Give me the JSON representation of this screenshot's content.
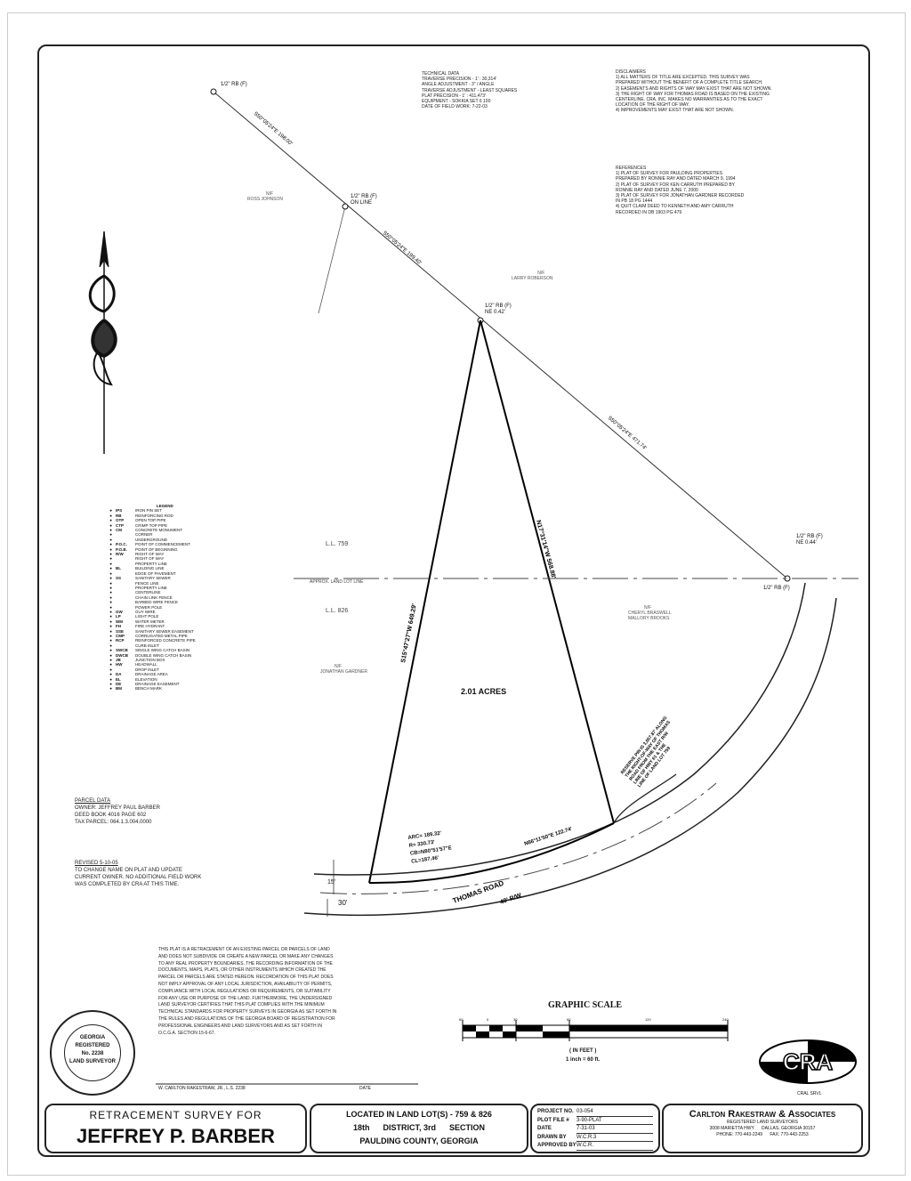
{
  "technical_data": {
    "heading": "TECHNICAL DATA",
    "lines": [
      "TRAVERSE PRECISION - 1' : 30,314'",
      "ANGLE ADJUSTMENT - 3\" / ANGLE",
      "TRAVERSE ADJUSTMENT - LEAST SQUARES",
      "PLAT PRECISION - 1' : 411,473'",
      "EQUIPMENT - SOKKIA SET 6 100",
      "DATE OF FIELD WORK: 7-22-03"
    ]
  },
  "disclaimers": {
    "heading": "DISCLAIMERS",
    "lines": [
      "1) ALL MATTERS OF TITLE ARE EXCEPTED. THIS SURVEY WAS",
      "PREPARED WITHOUT THE BENEFIT OF A COMPLETE TITLE SEARCH.",
      "2) EASEMENTS AND RIGHTS OF WAY MAY EXIST THAT ARE NOT SHOWN.",
      "3) THE RIGHT OF WAY FOR THOMAS ROAD IS BASED ON THE EXISTING",
      "CENTERLINE. CRA, INC. MAKES NO WARRANTIES AS TO THE EXACT",
      "LOCATION OF THE RIGHT OF WAY.",
      "4) IMPROVEMENTS MAY EXIST THAT ARE NOT SHOWN."
    ]
  },
  "references": {
    "heading": "REFERENCES",
    "lines": [
      "1) PLAT OF SURVEY FOR PAULDING PROPERTIES",
      "PREPARED BY RONNIE RAY AND DATED MARCH 9, 1994",
      "2) PLAT OF SURVEY FOR KEN CARRUTH PREPARED BY",
      "RONNIE RAY AND DATED JUNE 7, 2000",
      "3) PLAT OF SURVEY FOR JONATHAN GARDNER RECORDED",
      "IN PB 18 PG 1444",
      "4) QUIT CLAIM DEED TO KENNETH AND AMY CARRUTH",
      "RECORDED IN DB 1903 PG 479"
    ]
  },
  "plat": {
    "pin_labels": {
      "p1": "1/2\" RB (F)",
      "p2": "1/2\" RB (F)",
      "p2b": "ON LINE",
      "p3": "1/2\" RB (F)",
      "p3b": "NE 0.42'",
      "p4": "1/2\" RB (F)",
      "p4b": "NE 0.44'",
      "p5": "1/2\" RB (F)"
    },
    "bearings": {
      "b1": "S50°05'24\"E 198.00'",
      "b2": "S50°05'24\"E 199.40'",
      "b3": "S50°05'24\"E 471.74'",
      "west_line": "S15°47'27\"W 649.29'",
      "east_line": "N17°31'14\"W 568.88'",
      "road_chord": "N66°11'50\"E 122.74'"
    },
    "adjoiners": {
      "a1": "N/F",
      "a1b": "ROSS JOHNSON",
      "a2": "N/F",
      "a2b": "LARRY ROBERSON",
      "a3": "N/F",
      "a3b": "JONATHAN GARDNER",
      "a4": "N/F",
      "a4b": "CHERYL BRASWELL",
      "a4c": "MALLORY BROOKS"
    },
    "land_lots": {
      "ll1": "L.L. 759",
      "ll2": "L.L. 826",
      "line": "APPROX. LAND LOT LINE"
    },
    "acreage": "2.01 ACRES",
    "curve": {
      "arc": "ARC= 189.32'",
      "r": "R= 330.73'",
      "cb": "CB=N80°51'57\"E",
      "cl": "CL=187.46'"
    },
    "road": {
      "name": "THOMAS ROAD",
      "rw": "40' R/W",
      "w1": "15'",
      "w2": "30'"
    },
    "reserve_note": [
      "RESERVE PIN IS 3,057.87' ALONG",
      "THE RIGHT-OF-WAY OF THOMAS",
      "ROAD FROM THE EAST R/W",
      "LINE OF HWY 61 & THE",
      "LINE OF LAND LOT 759"
    ]
  },
  "legend": {
    "heading": "LEGEND",
    "rows": [
      [
        "",
        "IPS",
        "IRON PIN SET"
      ],
      [
        "",
        "RB",
        "REINFORCING ROD"
      ],
      [
        "",
        "OTP",
        "OPEN TOP PIPE"
      ],
      [
        "",
        "CTP",
        "CRIMP TOP PIPE"
      ],
      [
        "",
        "CM",
        "CONCRETE MONUMENT"
      ],
      [
        "",
        "",
        "CORNER"
      ],
      [
        "",
        "",
        "UNDERGROUND"
      ],
      [
        "",
        "P.O.C.",
        "POINT OF COMMENCEMENT"
      ],
      [
        "",
        "P.O.B.",
        "POINT OF BEGINNING"
      ],
      [
        "",
        "R/W",
        "RIGHT OF WAY"
      ],
      [
        "",
        "",
        "RIGHT OF WAY"
      ],
      [
        "",
        "",
        "PROPERTY LINE"
      ],
      [
        "",
        "BL",
        "BUILDING LINE"
      ],
      [
        "",
        "",
        "EDGE OF PAVEMENT"
      ],
      [
        "",
        "SS",
        "SANITARY SEWER"
      ],
      [
        "",
        "",
        "FENCE LINE"
      ],
      [
        "",
        "",
        "PROPERTY LINE"
      ],
      [
        "",
        "",
        "CENTERLINE"
      ],
      [
        "",
        "",
        "CHAIN LINK FENCE"
      ],
      [
        "",
        "",
        "BARBED WIRE FENCE"
      ],
      [
        "",
        "",
        "POWER POLE"
      ],
      [
        "",
        "GW",
        "GUY WIRE"
      ],
      [
        "",
        "LP",
        "LIGHT POLE"
      ],
      [
        "",
        "WM",
        "WATER METER"
      ],
      [
        "",
        "FH",
        "FIRE HYDRANT"
      ],
      [
        "",
        "SSE",
        "SANITARY SEWER EASEMENT"
      ],
      [
        "",
        "CMP",
        "CORRUGATED METAL PIPE"
      ],
      [
        "",
        "RCP",
        "REINFORCED CONCRETE PIPE"
      ],
      [
        "",
        "",
        "CURB INLET"
      ],
      [
        "",
        "SWCB",
        "SINGLE WING CATCH BASIN"
      ],
      [
        "",
        "DWCB",
        "DOUBLE WING CATCH BASIN"
      ],
      [
        "",
        "JB",
        "JUNCTION BOX"
      ],
      [
        "",
        "HW",
        "HEADWALL"
      ],
      [
        "",
        "",
        "DROP INLET"
      ],
      [
        "",
        "DA",
        "DRAINAGE AREA"
      ],
      [
        "",
        "EL",
        "ELEVATION"
      ],
      [
        "",
        "DE",
        "DRAINAGE EASEMENT"
      ],
      [
        "",
        "BM",
        "BENCH MARK"
      ]
    ]
  },
  "parcel_data": {
    "heading": "PARCEL DATA",
    "lines": [
      "OWNER: JEFFREY PAUL BARBER",
      "DEED BOOK 4016 PAGE 602",
      "TAX PARCEL: 064.1.3.004.0000"
    ]
  },
  "revised": {
    "heading": "REVISED 5-10-05",
    "lines": [
      "TO CHANGE NAME ON PLAT AND UPDATE",
      "CURRENT OWNER. NO ADDITIONAL FIELD WORK",
      "WAS COMPLETED BY CRA AT THIS TIME."
    ]
  },
  "certification": [
    "THIS PLAT IS A RETRACEMENT OF AN EXISTING PARCEL OR PARCELS OF LAND",
    "AND DOES NOT SUBDIVIDE OR CREATE A NEW PARCEL OR MAKE ANY CHANGES",
    "TO ANY REAL PROPERTY BOUNDARIES. THE RECORDING INFORMATION OF THE",
    "DOCUMENTS, MAPS, PLATS, OR OTHER INSTRUMENTS WHICH CREATED THE",
    "PARCEL OR PARCELS ARE STATED HEREON. RECORDATION OF THIS PLAT DOES",
    "NOT IMPLY APPROVAL OF ANY LOCAL JURISDICTION, AVAILABILITY OF PERMITS,",
    "COMPLIANCE WITH LOCAL REGULATIONS OR REQUIREMENTS, OR SUITABILITY",
    "FOR ANY USE OR PURPOSE OF THE LAND. FURTHERMORE, THE UNDERSIGNED",
    "LAND SURVEYOR CERTIFIES THAT THIS PLAT COMPLIES WITH THE MINIMUM",
    "TECHNICAL STANDARDS FOR PROPERTY SURVEYS IN GEORGIA AS SET FORTH IN",
    "THE RULES AND REGULATIONS OF THE GEORGIA BOARD OF REGISTRATION FOR",
    "PROFESSIONAL ENGINEERS AND LAND SURVEYORS AND AS SET FORTH IN",
    "O.C.G.A. SECTION 15-6-67."
  ],
  "signature": {
    "name": "W. CARLTON RAKESTRAW, JR., L.S. 2238",
    "date_label": "DATE"
  },
  "graphic_scale": {
    "title": "GRAPHIC SCALE",
    "ticks": [
      "60",
      "0",
      "30",
      "60",
      "120",
      "240"
    ],
    "unit": "( IN FEET )",
    "ratio": "1 inch = 60 ft."
  },
  "seal": {
    "top": "GEORGIA",
    "mid": "REGISTERED",
    "no": "No. 2238",
    "bottom": "LAND SURVEYOR"
  },
  "logo": {
    "text": "CRA",
    "sub": "CRAL SRVL"
  },
  "title_block": {
    "retracement": "RETRACEMENT SURVEY FOR",
    "client": "JEFFREY P. BARBER",
    "location_line1": "LOCATED IN LAND LOT(S) - 759 & 826",
    "location_line2": "18th      DISTRICT, 3rd      SECTION",
    "location_line3": "PAULDING COUNTY, GEORGIA",
    "project": [
      {
        "k": "PROJECT NO.",
        "v": "03-054"
      },
      {
        "k": "PLOT FILE #",
        "v": "3-90-PLAT"
      },
      {
        "k": "DATE",
        "v": "7-31-03"
      },
      {
        "k": "DRAWN BY",
        "v": "W.C.R.3"
      },
      {
        "k": "APPROVED BY",
        "v": "W.C.R."
      }
    ],
    "firm": "Carlton Rakestraw & Associates",
    "firm_sub": "REGISTERED LAND SURVEYORS",
    "address": "3008 MARIETTA HWY      DALLAS, GEORGIA 30157",
    "phone": "PHONE: 770-443-2249      FAX: 770-443-2253"
  }
}
